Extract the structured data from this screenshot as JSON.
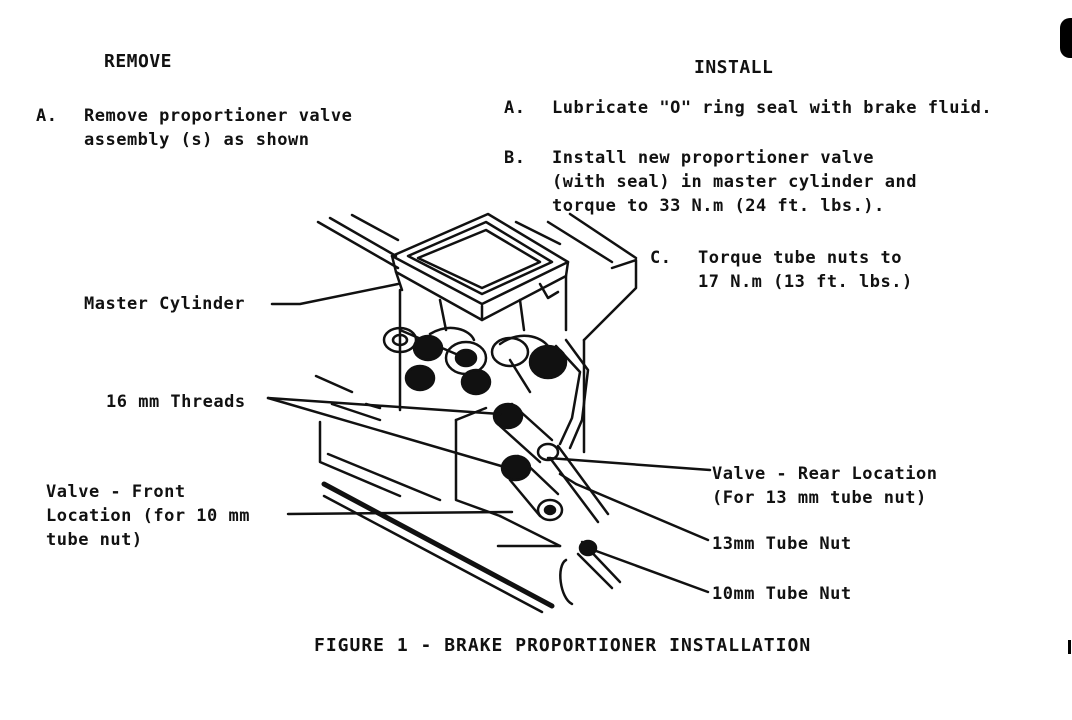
{
  "remove": {
    "heading": "REMOVE",
    "steps": [
      {
        "letter": "A.",
        "lines": [
          "Remove proportioner valve",
          "assembly (s) as shown"
        ]
      }
    ]
  },
  "install": {
    "heading": "INSTALL",
    "steps": [
      {
        "letter": "A.",
        "lines": [
          "Lubricate \"O\" ring seal with brake fluid."
        ]
      },
      {
        "letter": "B.",
        "lines": [
          "Install new proportioner valve",
          "(with seal) in master cylinder and",
          "torque to 33 N.m (24 ft. lbs.)."
        ]
      },
      {
        "letter": "C.",
        "lines": [
          "Torque tube nuts to",
          "17 N.m (13 ft. lbs.)"
        ]
      }
    ]
  },
  "callouts": {
    "master_cylinder": "Master Cylinder",
    "threads": "16 mm Threads",
    "valve_front": [
      "Valve - Front",
      "Location (for 10 mm",
      "tube nut)"
    ],
    "valve_rear": [
      "Valve - Rear Location",
      "(For 13 mm tube nut)"
    ],
    "tube_nut_13": "13mm Tube Nut",
    "tube_nut_10": "10mm Tube Nut"
  },
  "caption": "FIGURE 1 - BRAKE PROPORTIONER INSTALLATION"
}
